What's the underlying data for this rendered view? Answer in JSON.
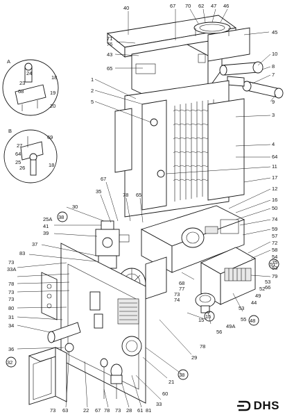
{
  "diagram": {
    "detail_A": "A",
    "detail_B": "B",
    "labels": [
      {
        "text": "40"
      },
      {
        "text": "67"
      },
      {
        "text": "70"
      },
      {
        "text": "62"
      },
      {
        "text": "47"
      },
      {
        "text": "46"
      },
      {
        "text": "45"
      },
      {
        "text": "71"
      },
      {
        "text": "76"
      },
      {
        "text": "43"
      },
      {
        "text": "65"
      },
      {
        "text": "10"
      },
      {
        "text": "8"
      },
      {
        "text": "7"
      },
      {
        "text": "9"
      },
      {
        "text": "1"
      },
      {
        "text": "2"
      },
      {
        "text": "5"
      },
      {
        "text": "3"
      },
      {
        "text": "4"
      },
      {
        "text": "64"
      },
      {
        "text": "11"
      },
      {
        "text": "17"
      },
      {
        "text": "12"
      },
      {
        "text": "16"
      },
      {
        "text": "50"
      },
      {
        "text": "74"
      },
      {
        "text": "59"
      },
      {
        "text": "57"
      },
      {
        "text": "72"
      },
      {
        "text": "58"
      },
      {
        "text": "54"
      },
      {
        "text": "75"
      },
      {
        "text": "53"
      },
      {
        "text": "79"
      },
      {
        "text": "52"
      },
      {
        "text": "53"
      },
      {
        "text": "66"
      },
      {
        "text": "49"
      },
      {
        "text": "44"
      },
      {
        "text": "53"
      },
      {
        "text": "55"
      },
      {
        "text": "49A"
      },
      {
        "text": "56"
      },
      {
        "text": "77"
      },
      {
        "text": "68"
      },
      {
        "text": "73"
      },
      {
        "text": "74"
      },
      {
        "text": "15"
      },
      {
        "text": "78"
      },
      {
        "text": "29"
      },
      {
        "text": "21"
      },
      {
        "text": "60"
      },
      {
        "text": "33"
      },
      {
        "text": "81"
      },
      {
        "text": "61"
      },
      {
        "text": "28"
      },
      {
        "text": "73"
      },
      {
        "text": "78"
      },
      {
        "text": "67"
      },
      {
        "text": "22"
      },
      {
        "text": "63"
      },
      {
        "text": "73"
      },
      {
        "text": "36"
      },
      {
        "text": "34"
      },
      {
        "text": "31"
      },
      {
        "text": "80"
      },
      {
        "text": "73"
      },
      {
        "text": "73"
      },
      {
        "text": "78"
      },
      {
        "text": "33A"
      },
      {
        "text": "73"
      },
      {
        "text": "83"
      },
      {
        "text": "37"
      },
      {
        "text": "39"
      },
      {
        "text": "41"
      },
      {
        "text": "25A"
      },
      {
        "text": "30"
      },
      {
        "text": "35"
      },
      {
        "text": "67"
      },
      {
        "text": "78"
      },
      {
        "text": "65"
      },
      {
        "text": "24"
      },
      {
        "text": "18"
      },
      {
        "text": "23"
      },
      {
        "text": "68"
      },
      {
        "text": "19"
      },
      {
        "text": "20"
      },
      {
        "text": "27"
      },
      {
        "text": "69"
      },
      {
        "text": "64"
      },
      {
        "text": "25"
      },
      {
        "text": "26"
      },
      {
        "text": "18"
      }
    ],
    "circled": [
      {
        "text": "38"
      },
      {
        "text": "51"
      },
      {
        "text": "48"
      },
      {
        "text": "15"
      },
      {
        "text": "38"
      },
      {
        "text": "32"
      }
    ]
  },
  "logo": {
    "text": "DHS"
  }
}
